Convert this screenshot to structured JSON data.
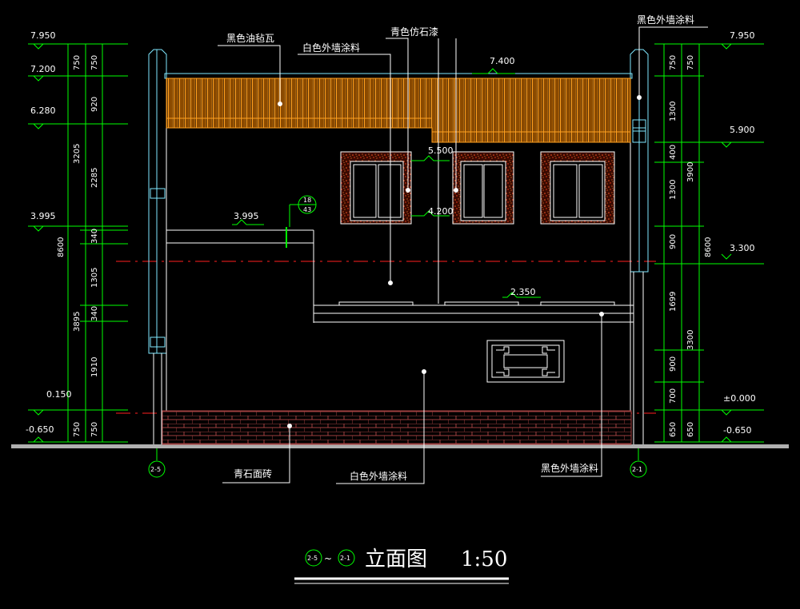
{
  "title": {
    "axis_from": "2-5",
    "tilde": "~",
    "axis_to": "2-1",
    "name": "立面图",
    "scale": "1:50"
  },
  "notes": {
    "roof_tile": "黑色油毡瓦",
    "white_coating_top": "白色外墙涂料",
    "stone_paint": "青色仿石漆",
    "black_coating_top": "黑色外墙涂料",
    "stone_brick": "青石面砖",
    "white_coating_bottom": "白色外墙涂料",
    "black_coating_bottom": "黑色外墙涂料"
  },
  "axes": {
    "left": "2-5",
    "right": "2-1"
  },
  "detail_mark": {
    "top": "18",
    "bottom": "43"
  },
  "elevations": {
    "left": [
      "7.950",
      "7.200",
      "6.280",
      "3.995",
      "0.150",
      "-0.650"
    ],
    "right": [
      "7.950",
      "5.900",
      "3.300",
      "±0.000",
      "-0.650"
    ],
    "inner": [
      "7.400",
      "5.500",
      "4.200",
      "3.995",
      "2.350"
    ]
  },
  "dims": {
    "left_outer": [
      "750",
      "3205",
      "8600",
      "3895",
      "750"
    ],
    "left_inner": [
      "750",
      "920",
      "2285",
      "340",
      "1305",
      "340",
      "1910",
      "750"
    ],
    "right_inner": [
      "750",
      "1300",
      "400",
      "1300",
      "900",
      "1699",
      "900",
      "700",
      "650"
    ],
    "right_mid": [
      "750",
      "3900",
      "3300",
      "650"
    ],
    "right_outer": [
      "8600"
    ]
  },
  "colors": {
    "green": "#00ff00",
    "cyan": "#7fe8ff",
    "orange": "#ff9a1a",
    "red": "#ff2020",
    "brick": "#9b3a3a"
  }
}
